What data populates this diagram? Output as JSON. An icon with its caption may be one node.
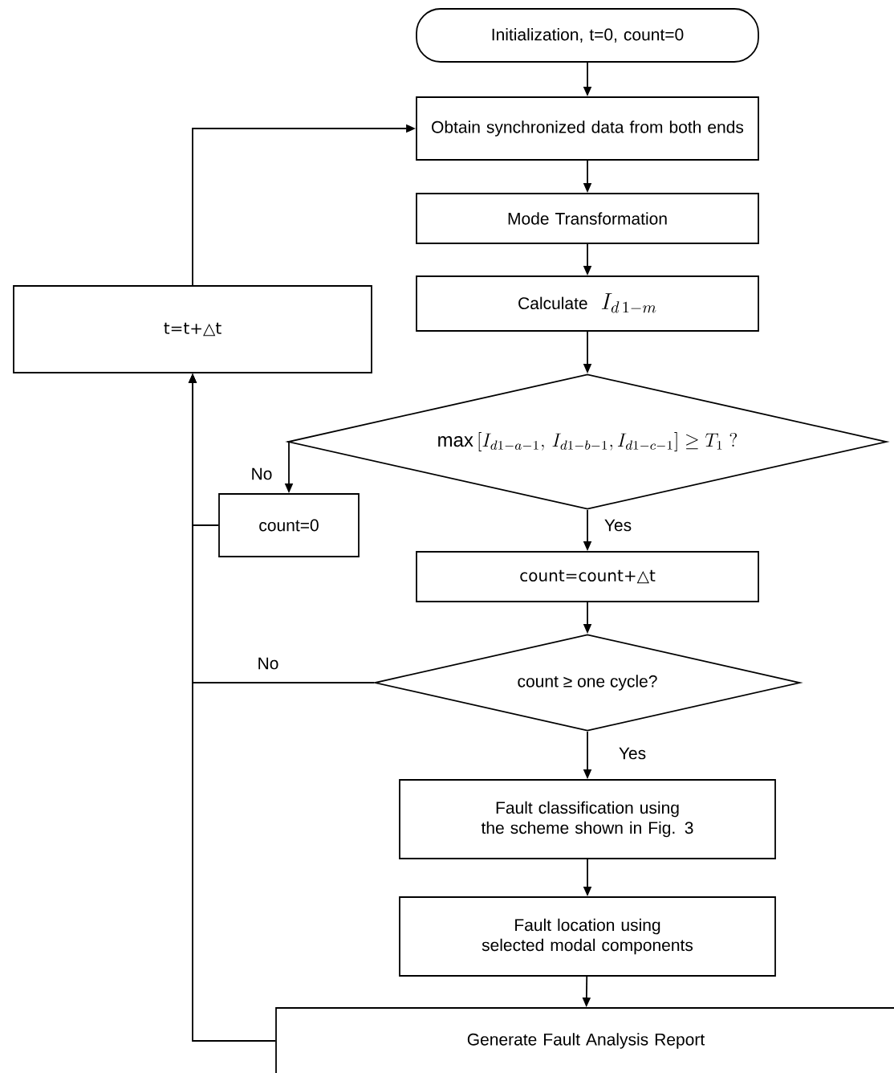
{
  "diagram": {
    "nodes": [
      {
        "text": [
          "Initialization, t=0, count=0"
        ]
      },
      {
        "text": [
          "Obtain synchronized data from both ends"
        ]
      },
      {
        "text": [
          "Mode Transformation"
        ]
      },
      {
        "text": [
          "Calculate",
          "I_{d\\,1-m}"
        ]
      },
      {
        "text": [
          "\\max\\left[I_{d1-a-1},\\, I_{d1-b-1}, I_{d1-c-1}\\right]\\geq T_{1}\\ ?"
        ]
      },
      {
        "text": [
          "count=0"
        ]
      },
      {
        "text": [
          "t=t+△t"
        ]
      },
      {
        "text": [
          "count=count+△t"
        ]
      },
      {
        "text": [
          "count ≥ one cycle?"
        ]
      },
      {
        "text": [
          "Fault classification using the scheme shown in Fig. 3"
        ]
      },
      {
        "text": [
          "Fault location using selected modal components"
        ]
      },
      {
        "text": [
          "Generate Fault Analysis Report"
        ]
      }
    ],
    "edges": [
      {
        "from": 0,
        "to": 1,
        "arrow": "to"
      },
      {
        "from": 1,
        "to": 2,
        "arrow": "to"
      },
      {
        "from": 2,
        "to": 3,
        "arrow": "to"
      },
      {
        "from": 3,
        "to": 4,
        "arrow": "to"
      },
      {
        "from": 4,
        "to": 5,
        "arrow": "to",
        "label": "No"
      },
      {
        "from": 4,
        "to": 7,
        "arrow": "to",
        "label": "Yes"
      },
      {
        "from": 5,
        "to": 6,
        "arrow": "to"
      },
      {
        "from": 7,
        "to": 8,
        "arrow": "to"
      },
      {
        "from": 8,
        "to": 6,
        "arrow": "to",
        "label": "No"
      },
      {
        "from": 8,
        "to": 9,
        "arrow": "to",
        "label": "Yes"
      },
      {
        "from": 9,
        "to": 10,
        "arrow": "to"
      },
      {
        "from": 10,
        "to": 11,
        "arrow": "to"
      },
      {
        "from": 11,
        "to": 6,
        "arrow": "to"
      },
      {
        "from": 6,
        "to": 1,
        "arrow": "to"
      }
    ]
  }
}
